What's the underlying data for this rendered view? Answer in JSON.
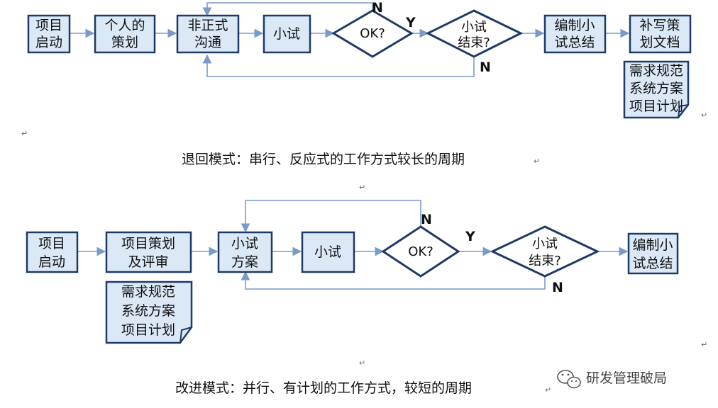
{
  "top": {
    "project_start": [
      "项目",
      "启动"
    ],
    "personal_plan": [
      "个人的",
      "策划"
    ],
    "informal": [
      "非正式",
      "沟通"
    ],
    "trial": "小试",
    "ok": "OK?",
    "trial_end": [
      "小试",
      "结束?"
    ],
    "summary": [
      "编制小",
      "试总结"
    ],
    "write_docs": [
      "补写策",
      "划文档"
    ],
    "docs_note": [
      "需求规范",
      "系统方案",
      "项目计划"
    ],
    "yes": "Y",
    "no_top": "N",
    "no_bottom": "N",
    "caption": "退回模式：串行、反应式的工作方式较长的周期"
  },
  "bottom": {
    "project_start": [
      "项目",
      "启动"
    ],
    "plan_review": [
      "项目策划",
      "及评审"
    ],
    "trial_plan": [
      "小试",
      "方案"
    ],
    "trial": "小试",
    "ok": "OK?",
    "trial_end": [
      "小试",
      "结束?"
    ],
    "summary": [
      "编制小",
      "试总结"
    ],
    "docs_note": [
      "需求规范",
      "系统方案",
      "项目计划"
    ],
    "yes": "Y",
    "no_top": "N",
    "no_bottom": "N",
    "caption": "改进模式：并行、有计划的工作方式，较短的周期"
  },
  "watermark": {
    "icon": "wechat-icon",
    "text": "研发管理破局"
  },
  "colors": {
    "box_fill": "#dbe9f7",
    "border": "#1f3a66",
    "connector": "#7a9bc8"
  }
}
